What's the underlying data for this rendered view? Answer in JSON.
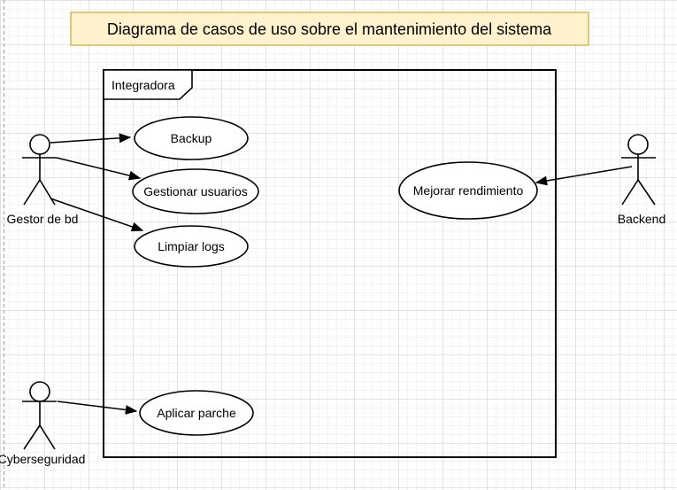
{
  "diagram": {
    "type": "uml-use-case-diagram",
    "title": "Diagrama de casos de uso sobre el mantenimiento del sistema",
    "system_boundary": {
      "label": "Integradora"
    },
    "use_cases": [
      {
        "id": "backup",
        "label": "Backup"
      },
      {
        "id": "gestionar-usuarios",
        "label": "Gestionar usuarios"
      },
      {
        "id": "limpiar-logs",
        "label": "Limpiar logs"
      },
      {
        "id": "mejorar-rendimiento",
        "label": "Mejorar rendimiento"
      },
      {
        "id": "aplicar-parche",
        "label": "Aplicar parche"
      }
    ],
    "actors": [
      {
        "id": "gestor-de-bd",
        "label": "Gestor de bd"
      },
      {
        "id": "backend",
        "label": "Backend"
      },
      {
        "id": "cyberseguridad",
        "label": "Cyberseguridad"
      }
    ],
    "connections": [
      {
        "from": "Gestor de bd",
        "to": "Backup"
      },
      {
        "from": "Gestor de bd",
        "to": "Gestionar usuarios"
      },
      {
        "from": "Gestor de bd",
        "to": "Limpiar logs"
      },
      {
        "from": "Cyberseguridad",
        "to": "Aplicar parche"
      },
      {
        "from": "Backend",
        "to": "Mejorar rendimiento"
      }
    ],
    "colors": {
      "title_fill": "#FFF2CC",
      "title_border": "#D6B656",
      "shape_fill": "#FFFFFF",
      "stroke": "#000000",
      "page_border": "#9e9e9e"
    }
  }
}
